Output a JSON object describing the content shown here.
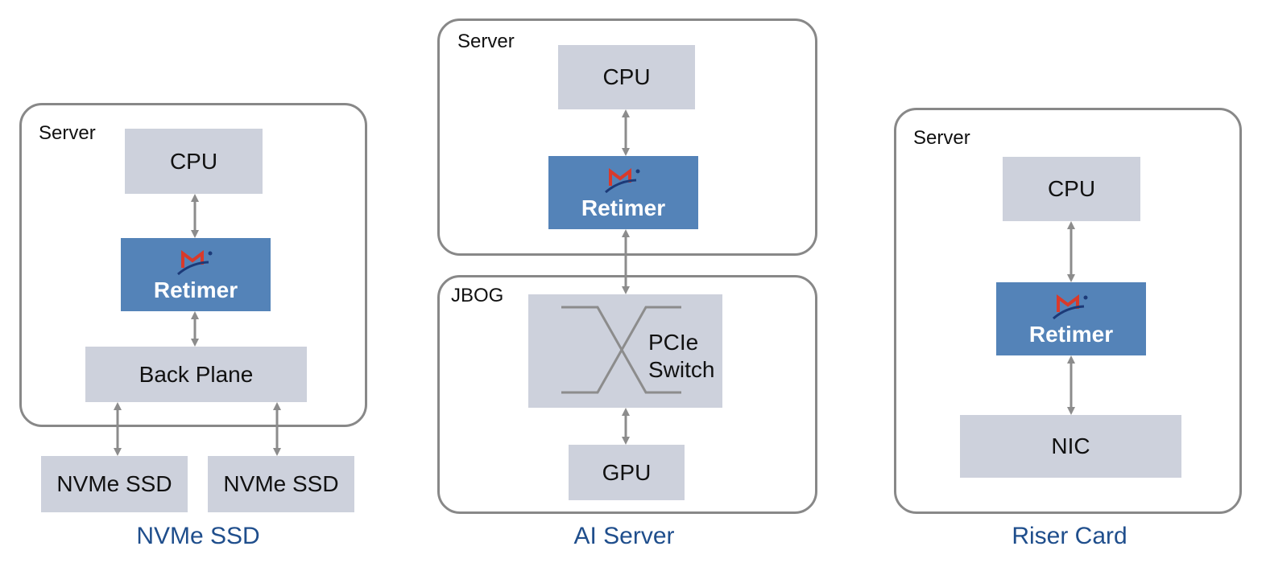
{
  "colors": {
    "component_fill": "#CDD1DC",
    "retimer_fill": "#5483B8",
    "frame_border": "#888888",
    "arrow": "#8C8C8C",
    "caption": "#1F4E8C",
    "logo_red": "#D93A2B",
    "logo_navy": "#1C3A78"
  },
  "panels": {
    "nvme": {
      "frame_label": "Server",
      "cpu": "CPU",
      "retimer": "Retimer",
      "backplane": "Back Plane",
      "ssd_left": "NVMe SSD",
      "ssd_right": "NVMe SSD",
      "caption": "NVMe SSD"
    },
    "ai": {
      "server_label": "Server",
      "cpu": "CPU",
      "retimer": "Retimer",
      "jbog_label": "JBOG",
      "switch_line1": "PCIe",
      "switch_line2": "Switch",
      "gpu": "GPU",
      "caption": "AI Server"
    },
    "riser": {
      "frame_label": "Server",
      "cpu": "CPU",
      "retimer": "Retimer",
      "nic": "NIC",
      "caption": "Riser Card"
    }
  }
}
